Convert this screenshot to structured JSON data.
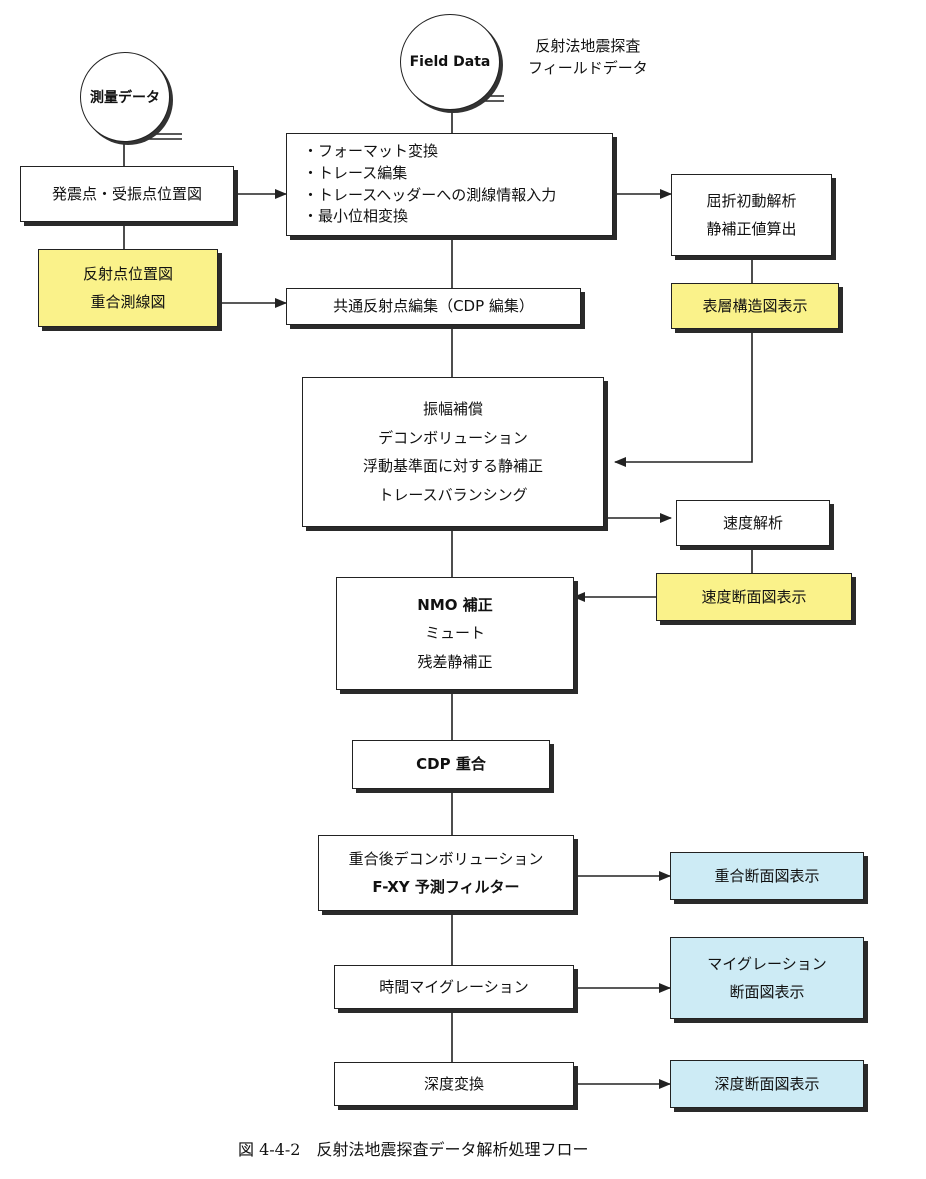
{
  "nodes": {
    "survey_data": "測量データ",
    "field_data": "Field Data",
    "field_data_label": [
      "反射法地震探査",
      "フィールドデータ"
    ],
    "shot_receiver_map": "発震点・受振点位置図",
    "reflection_point": [
      "反射点位置図",
      "重合測線図"
    ],
    "preprocess": [
      "・フォーマット変換",
      "・トレース編集",
      "・トレースヘッダーへの測線情報入力",
      "・最小位相変換"
    ],
    "refraction": [
      "屈折初動解析",
      "静補正値算出"
    ],
    "cdp_sort": "共通反射点編集（CDP 編集）",
    "surface_structure": "表層構造図表示",
    "amplitude": [
      "振幅補償",
      "デコンボリューション",
      "浮動基準面に対する静補正",
      "トレースバランシング"
    ],
    "velocity_analysis": "速度解析",
    "velocity_section": "速度断面図表示",
    "nmo": [
      "NMO 補正",
      "ミュート",
      "残差静補正"
    ],
    "cdp_stack": "CDP 重合",
    "post_stack": [
      "重合後デコンボリューション",
      "F-XY 予測フィルター"
    ],
    "stack_section": "重合断面図表示",
    "time_migration": "時間マイグレーション",
    "migration_section": [
      "マイグレーション",
      "断面図表示"
    ],
    "depth_conversion": "深度変換",
    "depth_section": "深度断面図表示"
  },
  "caption": "図 4-4-2　反射法地震探査データ解析処理フロー",
  "colors": {
    "yellow": "#faf28a",
    "blue": "#cdebf5",
    "line": "#222222"
  }
}
